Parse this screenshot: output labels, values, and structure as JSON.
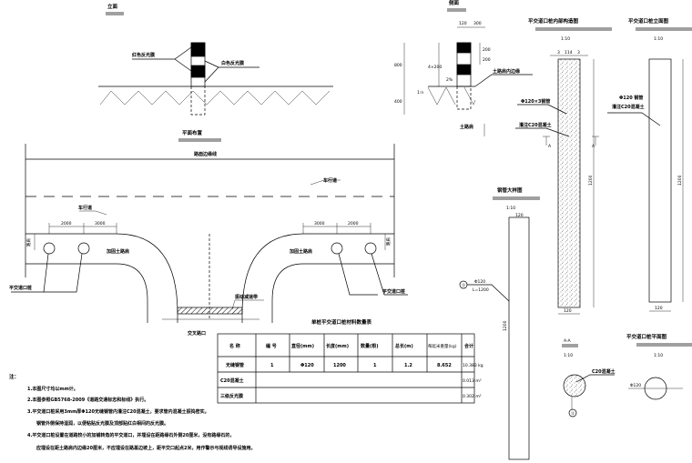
{
  "elevation": {
    "title": "立面",
    "label_red": "红色反光膜",
    "label_white": "白色反光膜"
  },
  "side": {
    "title": "侧面",
    "dim_width": "120",
    "dim_offset": "300",
    "dim_band1": "200",
    "dim_band2": "200",
    "dim_height": "800",
    "dim_bands": "4×200",
    "dim_depth": "400",
    "slope": "2%",
    "slope_ratio": "1:n",
    "label_edge": "土路肩内边缘",
    "label_shoulder": "土路肩"
  },
  "internal": {
    "title": "平交道口桩内部构造图",
    "scale": "1:10",
    "dim_a": "3",
    "dim_b": "114",
    "dim_c": "3",
    "dim_len": "1200",
    "dim_width": "120",
    "label_pipe": "Φ120×3钢管",
    "label_fill": "灌注C20混凝土",
    "section_mark": "A"
  },
  "front": {
    "title": "平交道口桩立面图",
    "scale": "1:10",
    "label_pipe": "Φ120 钢管",
    "label_fill": "灌注C20混凝土",
    "dim_len": "1200",
    "dim_width": "120"
  },
  "pipe_detail": {
    "title": "钢管大样图",
    "scale": "1:10",
    "dim_width": "120",
    "dim_len": "1200",
    "marker": "①",
    "label_dia": "Φ120",
    "label_len": "L=1200"
  },
  "section_aa": {
    "title": "A-A",
    "scale": "1:10",
    "label": "C20混凝土",
    "marker": "①"
  },
  "plan_view": {
    "title": "平交道口桩平面图",
    "scale": "1:10",
    "label_dia": "Φ120"
  },
  "plan": {
    "title": "平面布置",
    "road_edge": "路面边缘线",
    "lane_right": "车行道",
    "lane_left": "车行道",
    "dims_left": [
      "2000",
      "3000"
    ],
    "dims_right": [
      "3000",
      "2000"
    ],
    "shoulder_left": "加固土路肩",
    "shoulder_right": "加固土路肩",
    "shoulder_width": "路肩",
    "post_left": "平交道口桩",
    "post_right": "平交道口桩",
    "speed_bump": "振动减速带",
    "intersection": "交叉路口"
  },
  "table": {
    "title": "单桩平交道口桩材料数量表",
    "headers": [
      "名 称",
      "编 号",
      "直径(mm)",
      "长度(mm)",
      "数量(根)",
      "总长(m)",
      "每延米重量(kg)",
      "合计"
    ],
    "rows": [
      {
        "name": "无缝钢管",
        "no": "1",
        "dia": "Φ120",
        "len": "1200",
        "qty": "1",
        "total_len": "1.2",
        "unit_wt": "8.652",
        "sum": "10.383 kg"
      },
      {
        "name": "C20混凝土",
        "sum": "0.013 m³"
      },
      {
        "name": "三级反光膜",
        "sum": "0.302 m²"
      }
    ]
  },
  "notes": {
    "heading": "注：",
    "items": [
      "1.本图尺寸均以mm计。",
      "2.本图参照GB5768-2009《道路交通标志和标线》执行。",
      "3.平交道口桩采用3mm厚Φ120无缝钢管内灌注C20混凝土，要求管内混凝土振捣密实。",
      "钢管外侧保持湿润，以便粘贴反光膜及顶部贴红白相间的反光膜。",
      "4.平交道口桩设置在道路较小的加铺转角的平交道口，并埋设在距路缘石外侧20厘米，没有路缘石的，",
      "应埋设在距土路肩内边缘20厘米，不应埋设在路基边坡上，距平交口起点2米，用作警示与视线诱导设施用。"
    ]
  }
}
